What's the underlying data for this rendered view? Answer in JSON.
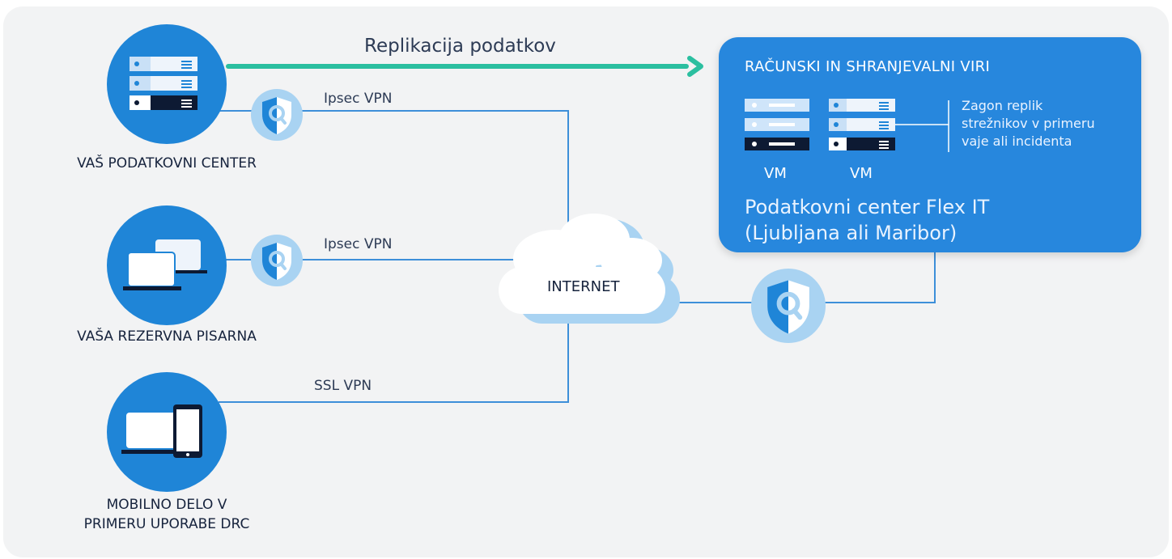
{
  "replication": {
    "label": "Replikacija podatkov"
  },
  "nodes": {
    "datacenter": {
      "label": "VAŠ PODATKOVNI CENTER"
    },
    "office": {
      "label": "VAŠA REZERVNA PISARNA"
    },
    "mobile": {
      "label": "MOBILNO DELO V\nPRIMERU UPORABE DRC"
    }
  },
  "links": {
    "datacenter_vpn": "Ipsec VPN",
    "office_vpn": "Ipsec VPN",
    "mobile_vpn": "SSL VPN"
  },
  "internet": {
    "label": "INTERNET"
  },
  "cloud": {
    "title": "RAČUNSKI IN SHRANJEVALNI VIRI",
    "vm1": "VM",
    "vm2": "VM",
    "note": "Zagon replik\nstrežnikov v primeru\nvaje ali incidenta",
    "subtitle": "Podatkovni center Flex IT\n(Ljubljana ali Maribor)"
  },
  "colors": {
    "circle_blue": "#1f85d7",
    "line_blue": "#3d8fd9",
    "replication_teal": "#2bbfa0",
    "shield_light": "#a9d3f2",
    "box_blue": "#2787dd",
    "dark_navy": "#16233d"
  },
  "icons": [
    "server-rack-icon",
    "laptops-icon",
    "laptop-phone-icon",
    "shield-search-icon",
    "cloud-icon"
  ]
}
